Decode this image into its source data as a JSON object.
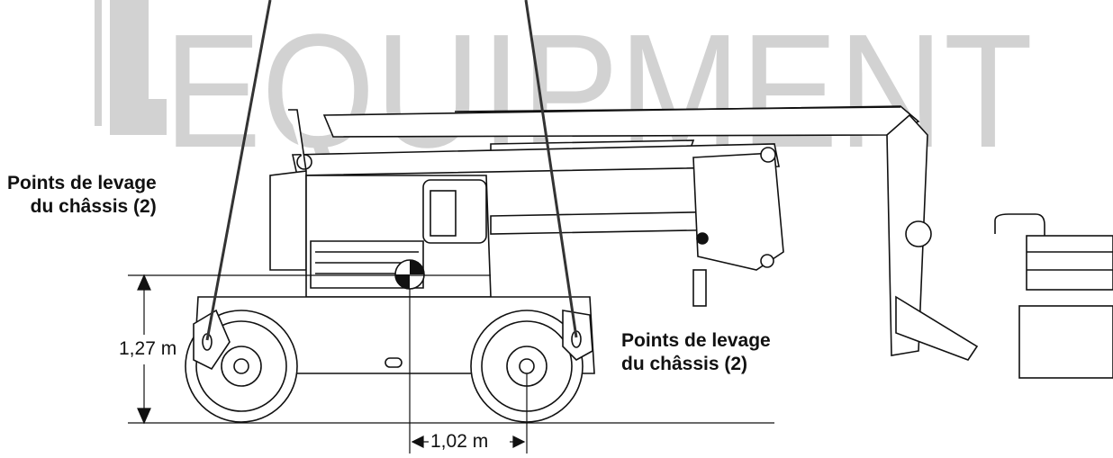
{
  "watermark": {
    "text": "EQUIPMENT",
    "color": "#cfcfcf"
  },
  "labels": {
    "left_lifting_points": [
      "Points de levage",
      "du châssis (2)"
    ],
    "right_lifting_points": [
      "Points de levage",
      "du châssis (2)"
    ]
  },
  "dimensions": {
    "height": "1,27 m",
    "offset": "1,02 m"
  },
  "colors": {
    "line": "#111111",
    "cable": "#333333",
    "fill": "#ffffff"
  }
}
